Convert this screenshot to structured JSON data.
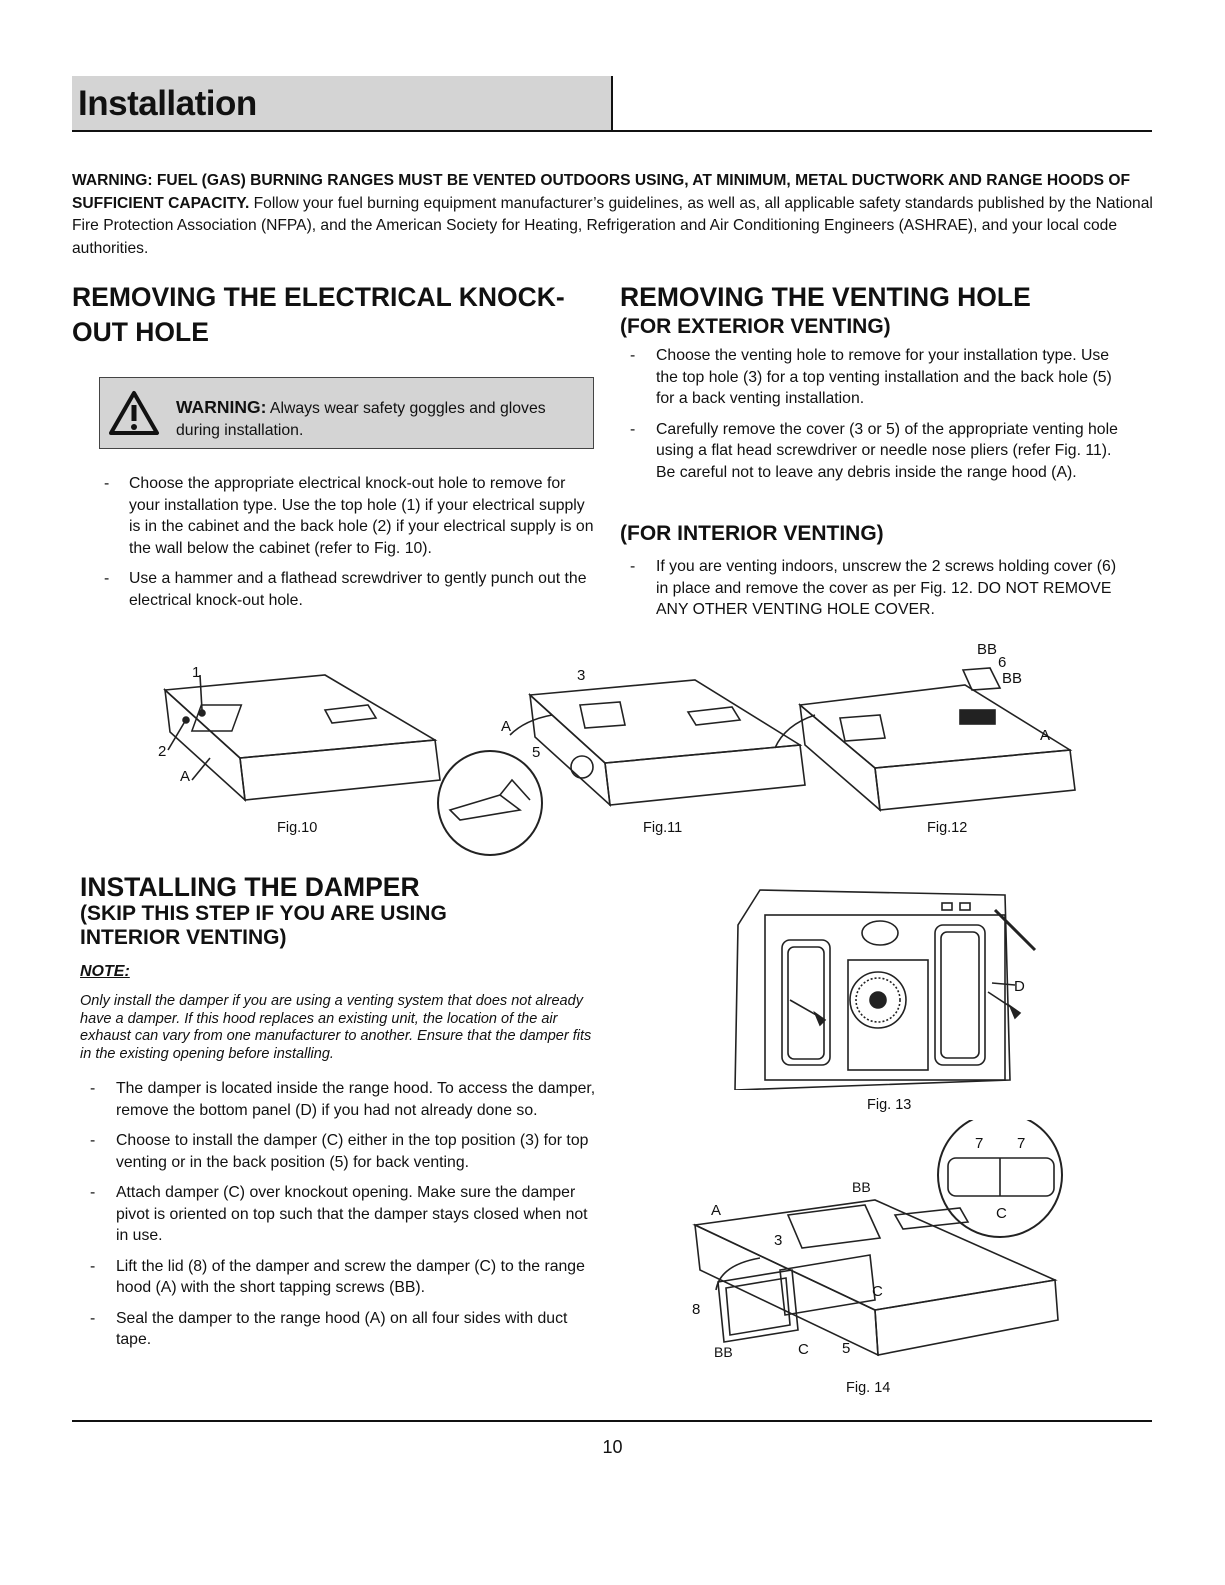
{
  "header": {
    "title": "Installation"
  },
  "top_warning": {
    "bold": "WARNING: FUEL (GAS) BURNING RANGES MUST BE VENTED OUTDOORS USING, AT MINIMUM, METAL DUCTWORK AND RANGE HOODS OF SUFFICIENT CAPACITY.",
    "text": " Follow your fuel burning equipment manufacturer’s guidelines, as well as, all applicable safety standards published by the National Fire Protection Association (NFPA), and the American Society for Heating, Refrigeration and Air Conditioning Engineers (ASHRAE), and your local code authorities."
  },
  "knockout": {
    "title_line1": "REMOVING THE ELECTRICAL KNOCK-",
    "title_line2": "OUT HOLE",
    "warning_label": "WARNING:",
    "warning_text": " Always wear safety goggles and gloves during installation.",
    "steps": [
      "Choose the appropriate electrical knock-out hole to remove for your installation type. Use the top hole (1) if your electrical supply is in the cabinet and the back hole (2) if your electrical supply is on the wall below the cabinet (refer to Fig. 10).",
      "Use a hammer and a flathead screwdriver to gently punch out the electrical knock-out hole."
    ]
  },
  "venting": {
    "title": "REMOVING THE VENTING HOLE",
    "exterior_title": "(FOR EXTERIOR VENTING)",
    "exterior_steps": [
      "Choose the venting hole to remove for your installation type. Use the top hole (3) for a top venting installation and the back hole (5) for a back venting installation.",
      "Carefully remove the cover (3 or 5) of the appropriate venting hole using a flat head screwdriver or needle nose pliers (refer Fig. 11). Be careful not to leave any debris inside the range hood (A)."
    ],
    "interior_title": "(FOR INTERIOR VENTING)",
    "interior_steps": [
      "If you are venting indoors, unscrew the 2 screws holding cover (6) in place and remove the cover as per Fig. 12. DO NOT REMOVE ANY OTHER VENTING HOLE COVER."
    ]
  },
  "figures": {
    "fig10": {
      "caption": "Fig.10",
      "labels": {
        "l1": "1",
        "l2": "2",
        "la": "A"
      }
    },
    "fig11": {
      "caption": "Fig.11",
      "labels": {
        "l3": "3",
        "l5": "5",
        "la": "A"
      }
    },
    "fig12": {
      "caption": "Fig.12",
      "labels": {
        "lbb1": "BB",
        "l6": "6",
        "lbb2": "BB",
        "la": "A"
      }
    },
    "fig13": {
      "caption": "Fig. 13",
      "labels": {
        "ld": "D"
      }
    },
    "fig14": {
      "caption": "Fig. 14",
      "labels": {
        "l7a": "7",
        "l7b": "7",
        "lc_detail": "C",
        "lbb_top": "BB",
        "la": "A",
        "l3": "3",
        "lc_mid": "C",
        "l8": "8",
        "lbb_bot": "BB",
        "lc_bot": "C",
        "l5": "5"
      }
    }
  },
  "damper": {
    "title": "INSTALLING THE DAMPER",
    "subtitle_line1": "(SKIP THIS STEP IF YOU ARE USING",
    "subtitle_line2": "INTERIOR VENTING)",
    "note_label": "NOTE:",
    "note_text": "Only install the damper if you are using a venting system that does not already have a damper. If this hood replaces an existing unit, the location of the air exhaust can vary from one manufacturer to another. Ensure that the damper fits in the existing opening before installing.",
    "steps": [
      "The damper is located inside the range hood. To access the damper, remove the bottom panel (D) if you had not already done so.",
      "Choose to install the damper (C) either in the top position (3) for top venting or in the back position (5) for back venting.",
      "Attach damper (C) over knockout opening. Make sure the damper pivot is oriented on top such that the damper stays closed when not in use.",
      "Lift the lid (8) of the damper and screw the damper (C) to the range hood (A) with the short tapping screws (BB).",
      "Seal the damper to the range hood (A) on all four sides with duct tape."
    ]
  },
  "footer": {
    "page_number": "10"
  }
}
